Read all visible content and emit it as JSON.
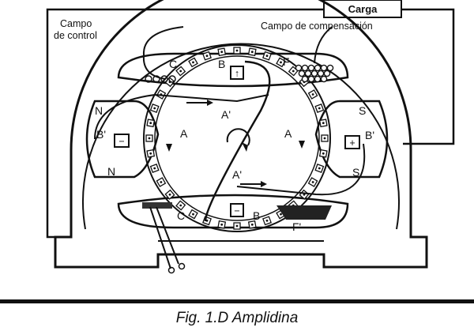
{
  "labels": {
    "load": "Carga",
    "control_field": [
      "Campo",
      "de control"
    ],
    "compensation_field": "Campo de compensación",
    "pole_n": "N",
    "pole_s": "S",
    "brush_b": "B",
    "brush_b_prime": "B'",
    "brush_a": "A",
    "brush_a_prime": "A'",
    "coil_c": "C",
    "coil_f": "F",
    "coil_f_prime": "F'",
    "minus": "−",
    "plus": "+",
    "up_arrow": "↑"
  },
  "caption": "Fig. 1.D Amplidina"
}
